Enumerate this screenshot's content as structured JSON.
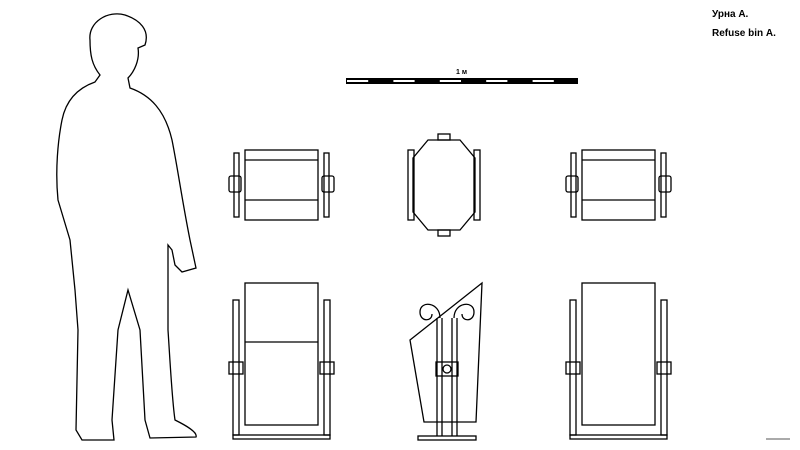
{
  "title": {
    "ru": "Урна А.",
    "en": "Refuse bin А."
  },
  "scale_bar": {
    "label": "1 м",
    "segments": 10
  },
  "views": [
    "plan-front-view",
    "plan-side-view",
    "plan-back-view",
    "front-elevation",
    "side-elevation",
    "back-elevation"
  ],
  "colors": {
    "line": "#000000",
    "background": "#ffffff"
  }
}
